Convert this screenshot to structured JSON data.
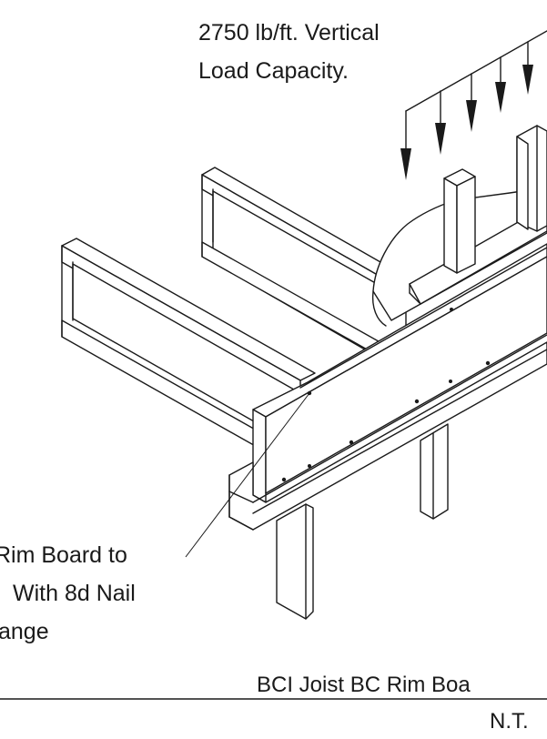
{
  "load_label": {
    "line1": "2750 lb/ft. Vertical",
    "line2": "Load Capacity."
  },
  "nail_label": {
    "line1": "Rim Board to",
    "line2": "With 8d Nail",
    "line3": "ange"
  },
  "footer": {
    "title": "BCI Joist BC Rim Boa",
    "scale": "N.T."
  },
  "colors": {
    "ink": "#1a1a1a",
    "paper": "#ffffff"
  }
}
